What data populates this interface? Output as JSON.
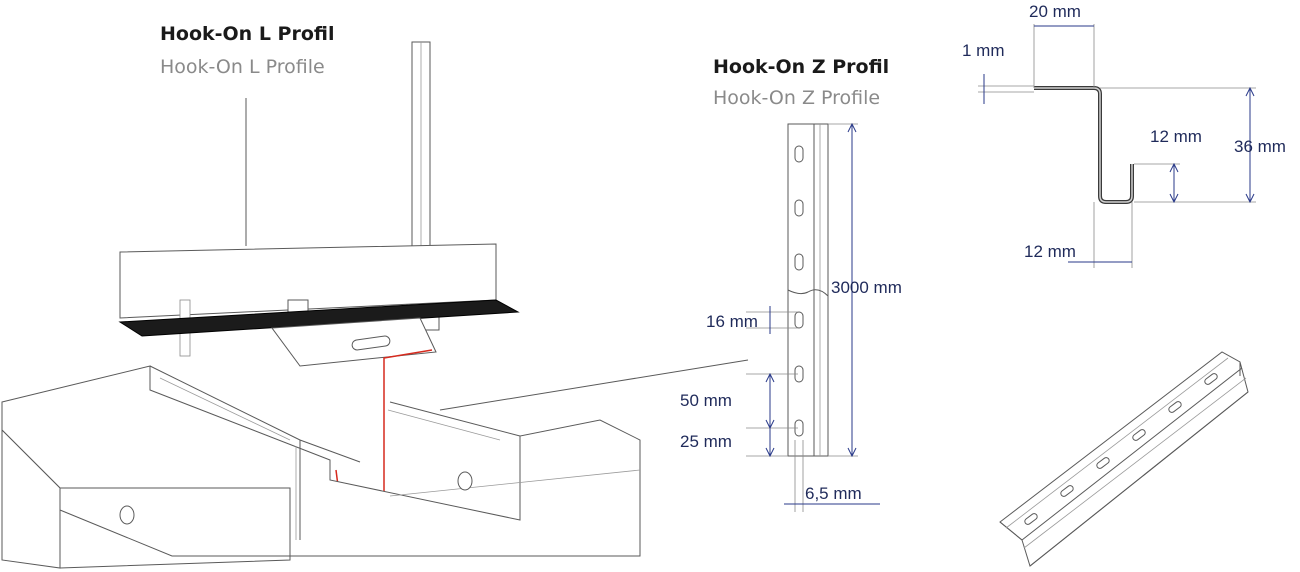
{
  "l_profile": {
    "title_de": "Hook-On L Profil",
    "title_en": "Hook-On L Profile"
  },
  "z_profile": {
    "title_de": "Hook-On Z Profil",
    "title_en": "Hook-On Z Profile",
    "dimensions": {
      "length": "3000 mm",
      "slot_height": "16 mm",
      "slot_spacing": "50 mm",
      "slot_offset": "25 mm",
      "web_width": "6,5 mm"
    }
  },
  "cross_section": {
    "top_flange": "20 mm",
    "thickness": "1 mm",
    "height": "36 mm",
    "lip_height": "12 mm",
    "bottom_flange": "12 mm"
  },
  "colors": {
    "outline": "#5a5a5a",
    "dimension": "#1f2a5a",
    "highlight": "#d62a1e",
    "black_band": "#1b1b1b",
    "steel": "#c8c8c8"
  }
}
